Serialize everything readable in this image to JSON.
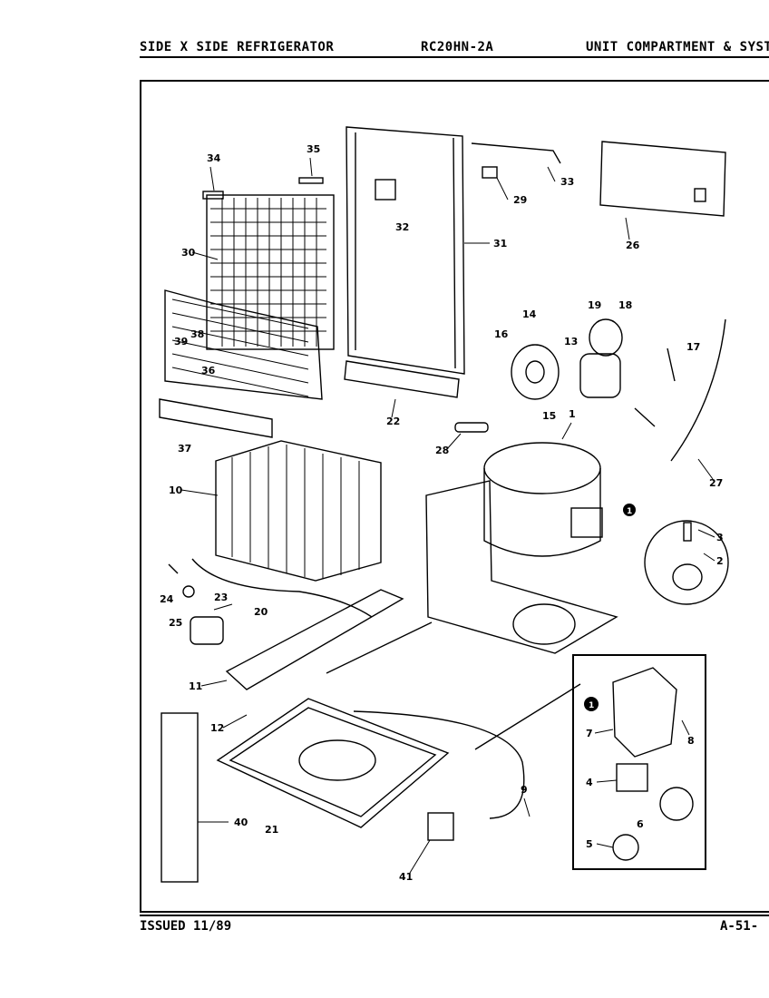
{
  "header": {
    "left": "SIDE X SIDE REFRIGERATOR",
    "model": "RC20HN-2A",
    "right": "UNIT COMPARTMENT & SYST"
  },
  "footer": {
    "issued": "ISSUED 11/89",
    "page": "A-51-"
  },
  "callouts": [
    "1",
    "2",
    "3",
    "4",
    "5",
    "6",
    "7",
    "8",
    "9",
    "10",
    "11",
    "12",
    "13",
    "14",
    "15",
    "16",
    "17",
    "18",
    "19",
    "20",
    "21",
    "22",
    "23",
    "24",
    "25",
    "26",
    "27",
    "28",
    "29",
    "30",
    "31",
    "32",
    "33",
    "34",
    "35",
    "36",
    "37",
    "38",
    "39",
    "40",
    "41"
  ],
  "inset_marker": "1"
}
